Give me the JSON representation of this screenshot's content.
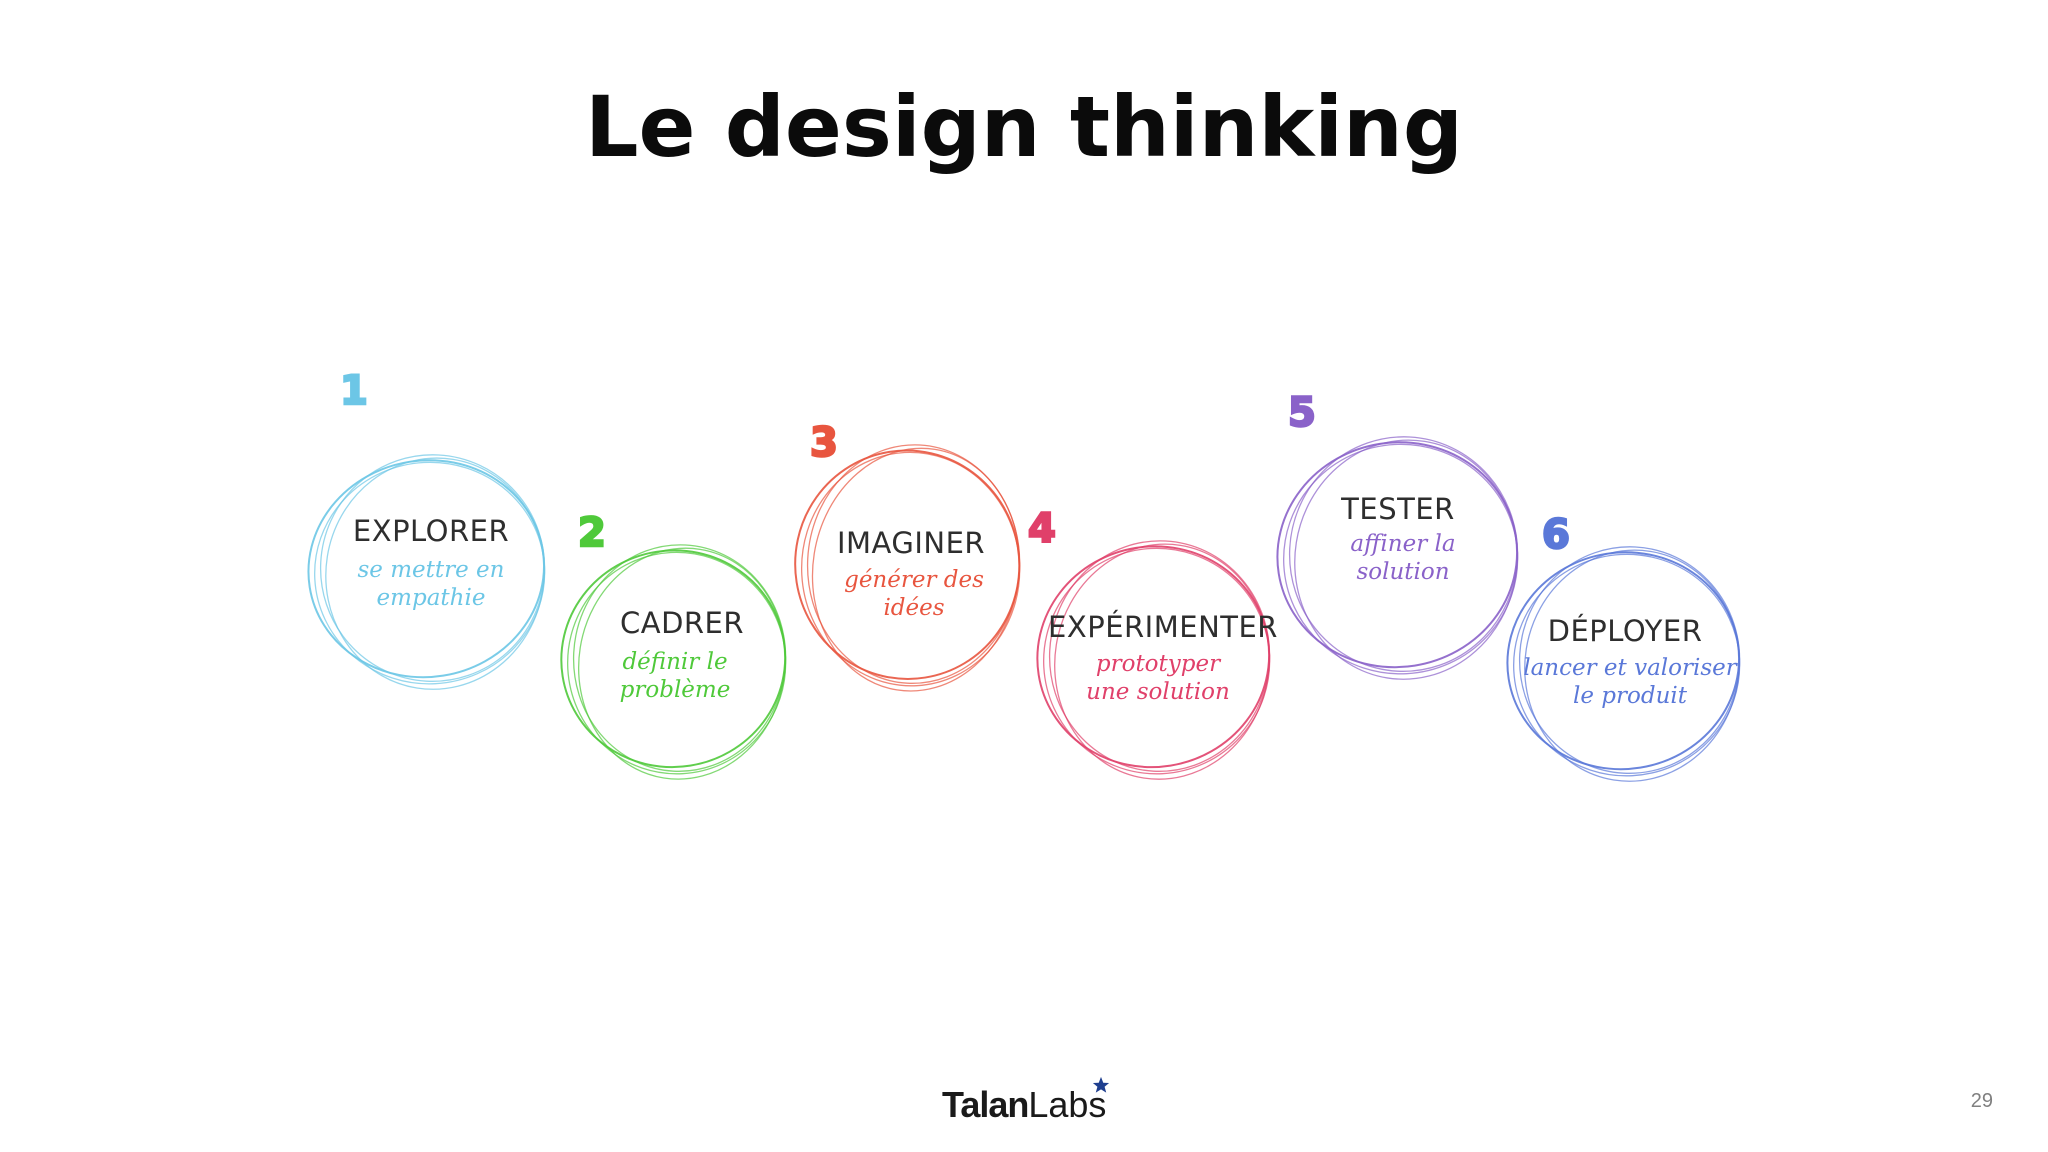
{
  "slide": {
    "title": "Le design thinking",
    "page_number": "29"
  },
  "logo": {
    "brand_bold": "Talan",
    "brand_light": "Labs"
  },
  "steps": [
    {
      "number": "1",
      "title": "EXPLORER",
      "subtitle": "se mettre en\nempathie",
      "color": "#6cc6e6"
    },
    {
      "number": "2",
      "title": "CADRER",
      "subtitle": "définir le\nproblème",
      "color": "#4fc93a"
    },
    {
      "number": "3",
      "title": "IMAGINER",
      "subtitle": "générer des\nidées",
      "color": "#e8553f"
    },
    {
      "number": "4",
      "title": "EXPÉRIMENTER",
      "subtitle": "prototyper\nune solution",
      "color": "#e0406a"
    },
    {
      "number": "5",
      "title": "TESTER",
      "subtitle": "affiner la\nsolution",
      "color": "#8a62c9"
    },
    {
      "number": "6",
      "title": "DÉPLOYER",
      "subtitle": "lancer et valoriser\nle produit",
      "color": "#5a78d8"
    }
  ]
}
